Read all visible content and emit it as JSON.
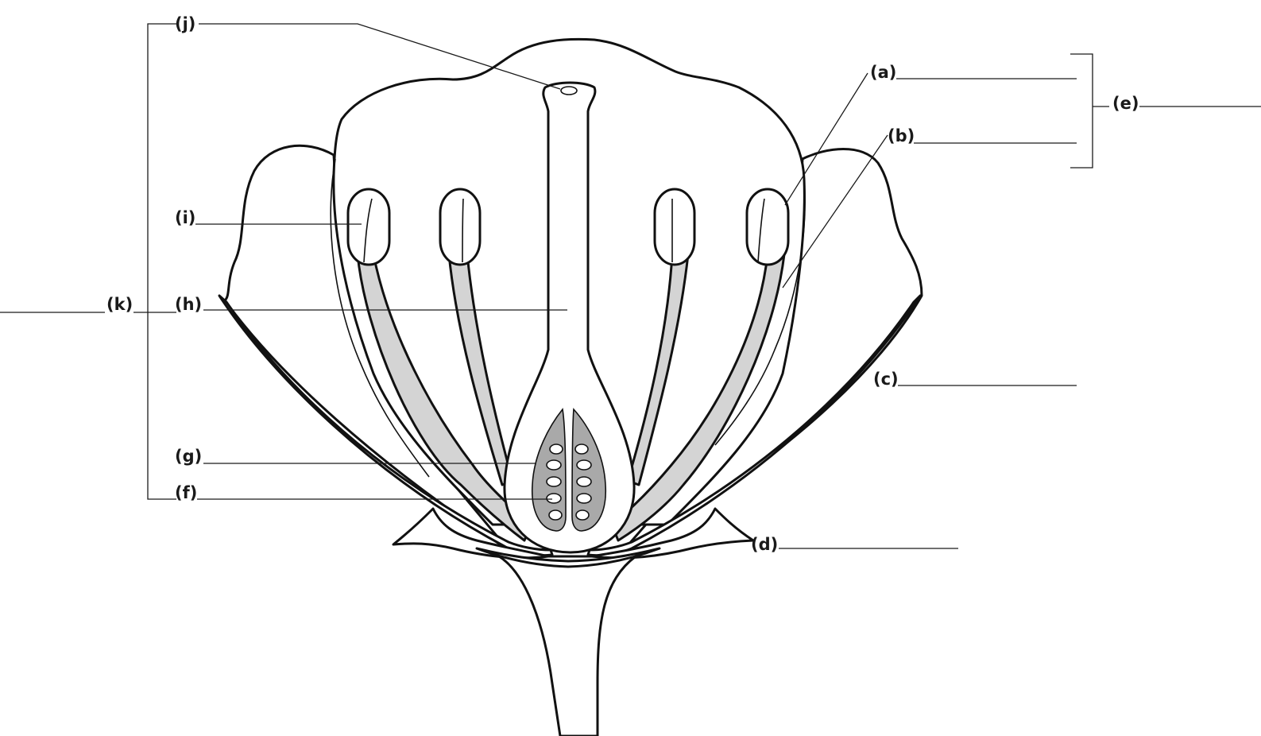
{
  "labels": {
    "a": "(a)",
    "b": "(b)",
    "c": "(c)",
    "d": "(d)",
    "e": "(e)",
    "f": "(f)",
    "g": "(g)",
    "h": "(h)",
    "i": "(i)",
    "j": "(j)",
    "k": "(k)"
  },
  "colors": {
    "line": "#111111",
    "filament_fill": "#d4d4d4",
    "ovary_chamber_fill": "#a9a9a9",
    "background": "#ffffff"
  }
}
